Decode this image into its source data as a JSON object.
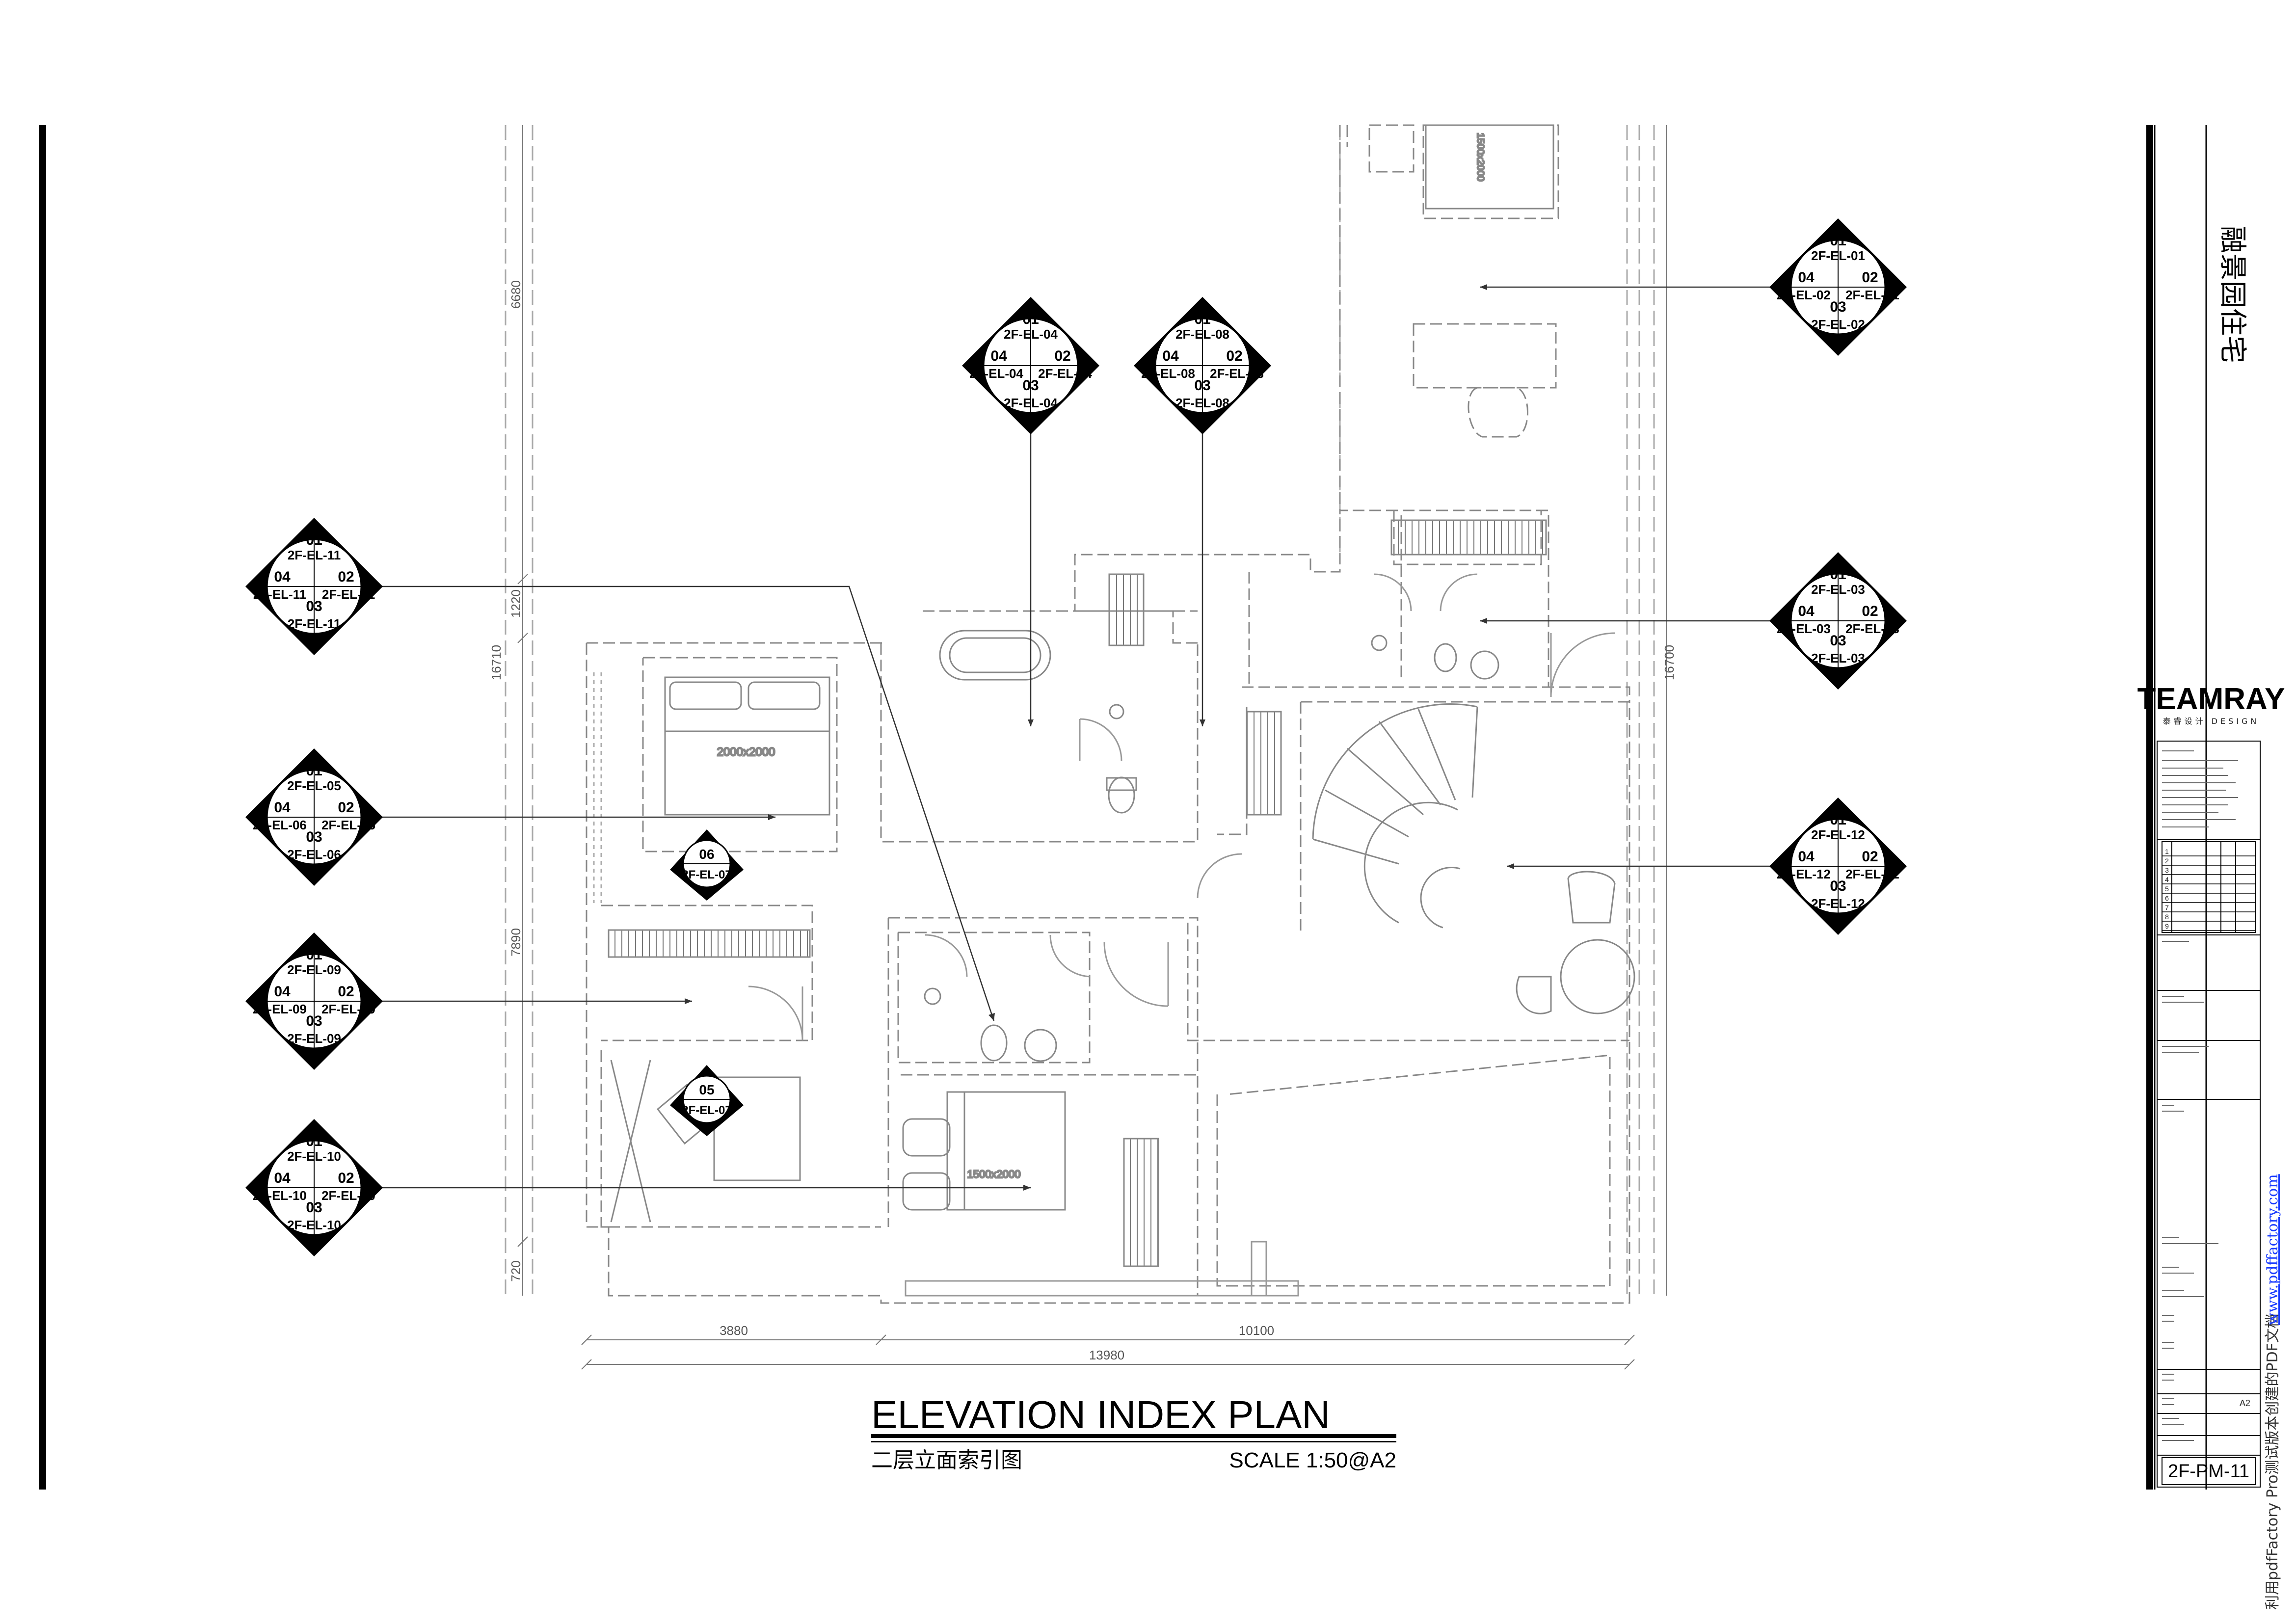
{
  "sheet": {
    "title": "ELEVATION INDEX PLAN",
    "subtitle_cn": "二层立面索引图",
    "scale": "SCALE 1:50@A2",
    "sheet_number": "2F-PM-11",
    "project_name_cn": "融景园住宅",
    "brand": "TEAMRAY",
    "brand_sub": "泰睿设计 DESIGN",
    "watermark": "利用pdfFactory Pro测试版本创建的PDF文档",
    "watermark_link": "www.pdffactory.com",
    "paper_size": "A2"
  },
  "dimensions": {
    "left_6680": "6680",
    "left_1220": "1220",
    "left_16710": "16710",
    "left_7890": "7890",
    "left_720": "720",
    "right_16700": "16700",
    "bottom_3880": "3880",
    "bottom_10100": "10100",
    "bottom_13980": "13980",
    "bed_master": "2000x2000",
    "bed_second": "1500x2000",
    "bed_top": "1500x2000"
  },
  "index_tags": [
    {
      "id": "EL-01",
      "top": "01",
      "top_ref": "2F-EL-01",
      "left": "04",
      "left_ref": "2F-EL-02",
      "right": "02",
      "right_ref": "2F-EL-01",
      "bottom": "03",
      "bottom_ref": "2F-EL-02"
    },
    {
      "id": "EL-04",
      "top": "01",
      "top_ref": "2F-EL-04",
      "left": "04",
      "left_ref": "2F-EL-04",
      "right": "02",
      "right_ref": "2F-EL-04",
      "bottom": "03",
      "bottom_ref": "2F-EL-04"
    },
    {
      "id": "EL-08",
      "top": "01",
      "top_ref": "2F-EL-08",
      "left": "04",
      "left_ref": "2F-EL-08",
      "right": "02",
      "right_ref": "2F-EL-08",
      "bottom": "03",
      "bottom_ref": "2F-EL-08"
    },
    {
      "id": "EL-11",
      "top": "01",
      "top_ref": "2F-EL-11",
      "left": "04",
      "left_ref": "2F-EL-11",
      "right": "02",
      "right_ref": "2F-EL-11",
      "bottom": "03",
      "bottom_ref": "2F-EL-11"
    },
    {
      "id": "EL-03",
      "top": "01",
      "top_ref": "2F-EL-03",
      "left": "04",
      "left_ref": "2F-EL-03",
      "right": "02",
      "right_ref": "2F-EL-03",
      "bottom": "03",
      "bottom_ref": "2F-EL-03"
    },
    {
      "id": "EL-05",
      "top": "01",
      "top_ref": "2F-EL-05",
      "left": "04",
      "left_ref": "2F-EL-06",
      "right": "02",
      "right_ref": "2F-EL-05",
      "bottom": "03",
      "bottom_ref": "2F-EL-06"
    },
    {
      "id": "EL-12",
      "top": "01",
      "top_ref": "2F-EL-12",
      "left": "04",
      "left_ref": "2F-EL-12",
      "right": "02",
      "right_ref": "2F-EL-12",
      "bottom": "03",
      "bottom_ref": "2F-EL-12"
    },
    {
      "id": "EL-09",
      "top": "01",
      "top_ref": "2F-EL-09",
      "left": "04",
      "left_ref": "2F-EL-09",
      "right": "02",
      "right_ref": "2F-EL-09",
      "bottom": "03",
      "bottom_ref": "2F-EL-09"
    },
    {
      "id": "EL-10",
      "top": "01",
      "top_ref": "2F-EL-10",
      "left": "04",
      "left_ref": "2F-EL-10",
      "right": "02",
      "right_ref": "2F-EL-10",
      "bottom": "03",
      "bottom_ref": "2F-EL-10"
    }
  ],
  "single_tags": [
    {
      "id": "S-06",
      "num": "06",
      "ref": "2F-EL-07"
    },
    {
      "id": "S-05",
      "num": "05",
      "ref": "2F-EL-07"
    }
  ],
  "title_block": {
    "rev_rows": [
      "1",
      "2",
      "3",
      "4",
      "5",
      "6",
      "7",
      "8",
      "9"
    ]
  }
}
